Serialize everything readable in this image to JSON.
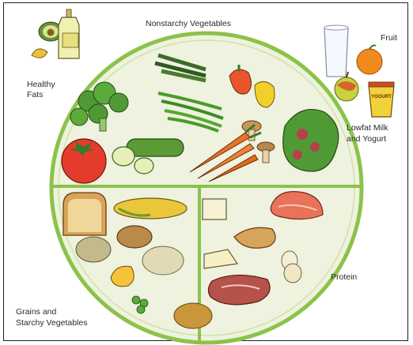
{
  "labels": {
    "nonstarchy": "Nonstarchy Vegetables",
    "fruit": "Fruit",
    "healthy_fats_1": "Healthy",
    "healthy_fats_2": "Fats",
    "milk_1": "Lowfat Milk",
    "milk_2": "and Yogurt",
    "protein": "Protein",
    "grains_1": "Grains and",
    "grains_2": "Starchy Vegetables"
  },
  "yogurt_cup_text": "YOGURT",
  "colors": {
    "plate_rim": "#8bc34a",
    "plate_fill": "#eef2df",
    "divider": "#8bc34a",
    "tomato": "#e53b2c",
    "carrot": "#e8732a",
    "broccoli": "#4f9a34",
    "bread": "#d9a45a",
    "meat": "#b5524a",
    "cheese": "#f7f1d4"
  }
}
